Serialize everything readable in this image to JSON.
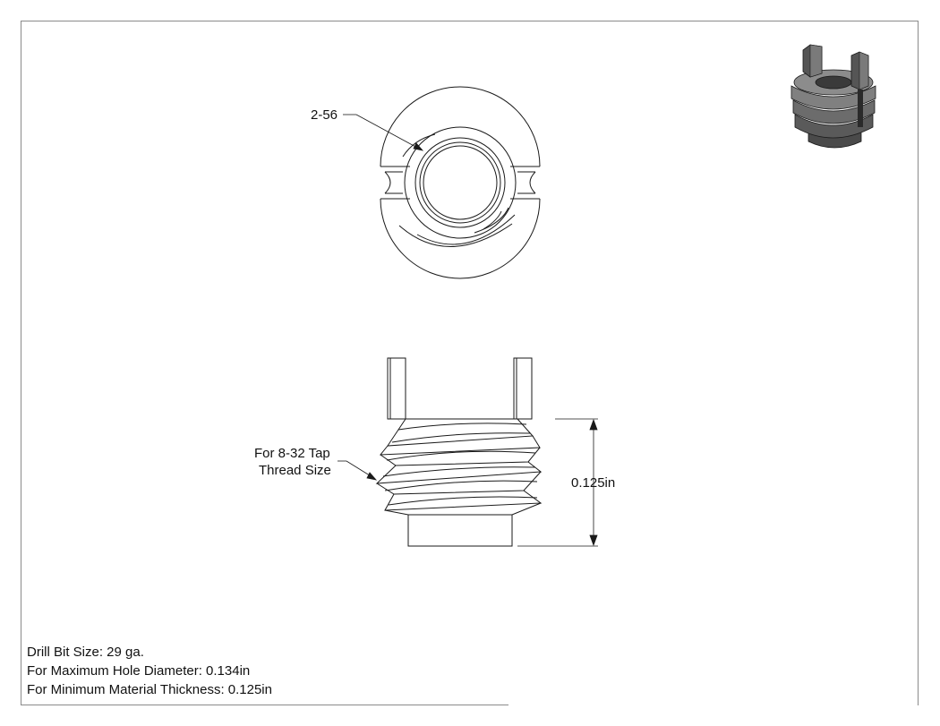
{
  "callouts": {
    "thread_size_top": "2-56",
    "tap_line1": "For 8-32 Tap",
    "tap_line2": "Thread Size",
    "dimension": "0.125in"
  },
  "notes": [
    "Drill Bit Size: 29 ga.",
    "For Maximum Hole Diameter: 0.134in",
    "For Minimum Material Thickness: 0.125in"
  ],
  "colors": {
    "line": "#1a1a1a",
    "frame": "#8a8a8a",
    "iso_dark": "#4a4a4a",
    "iso_light": "#8c8c8c"
  }
}
